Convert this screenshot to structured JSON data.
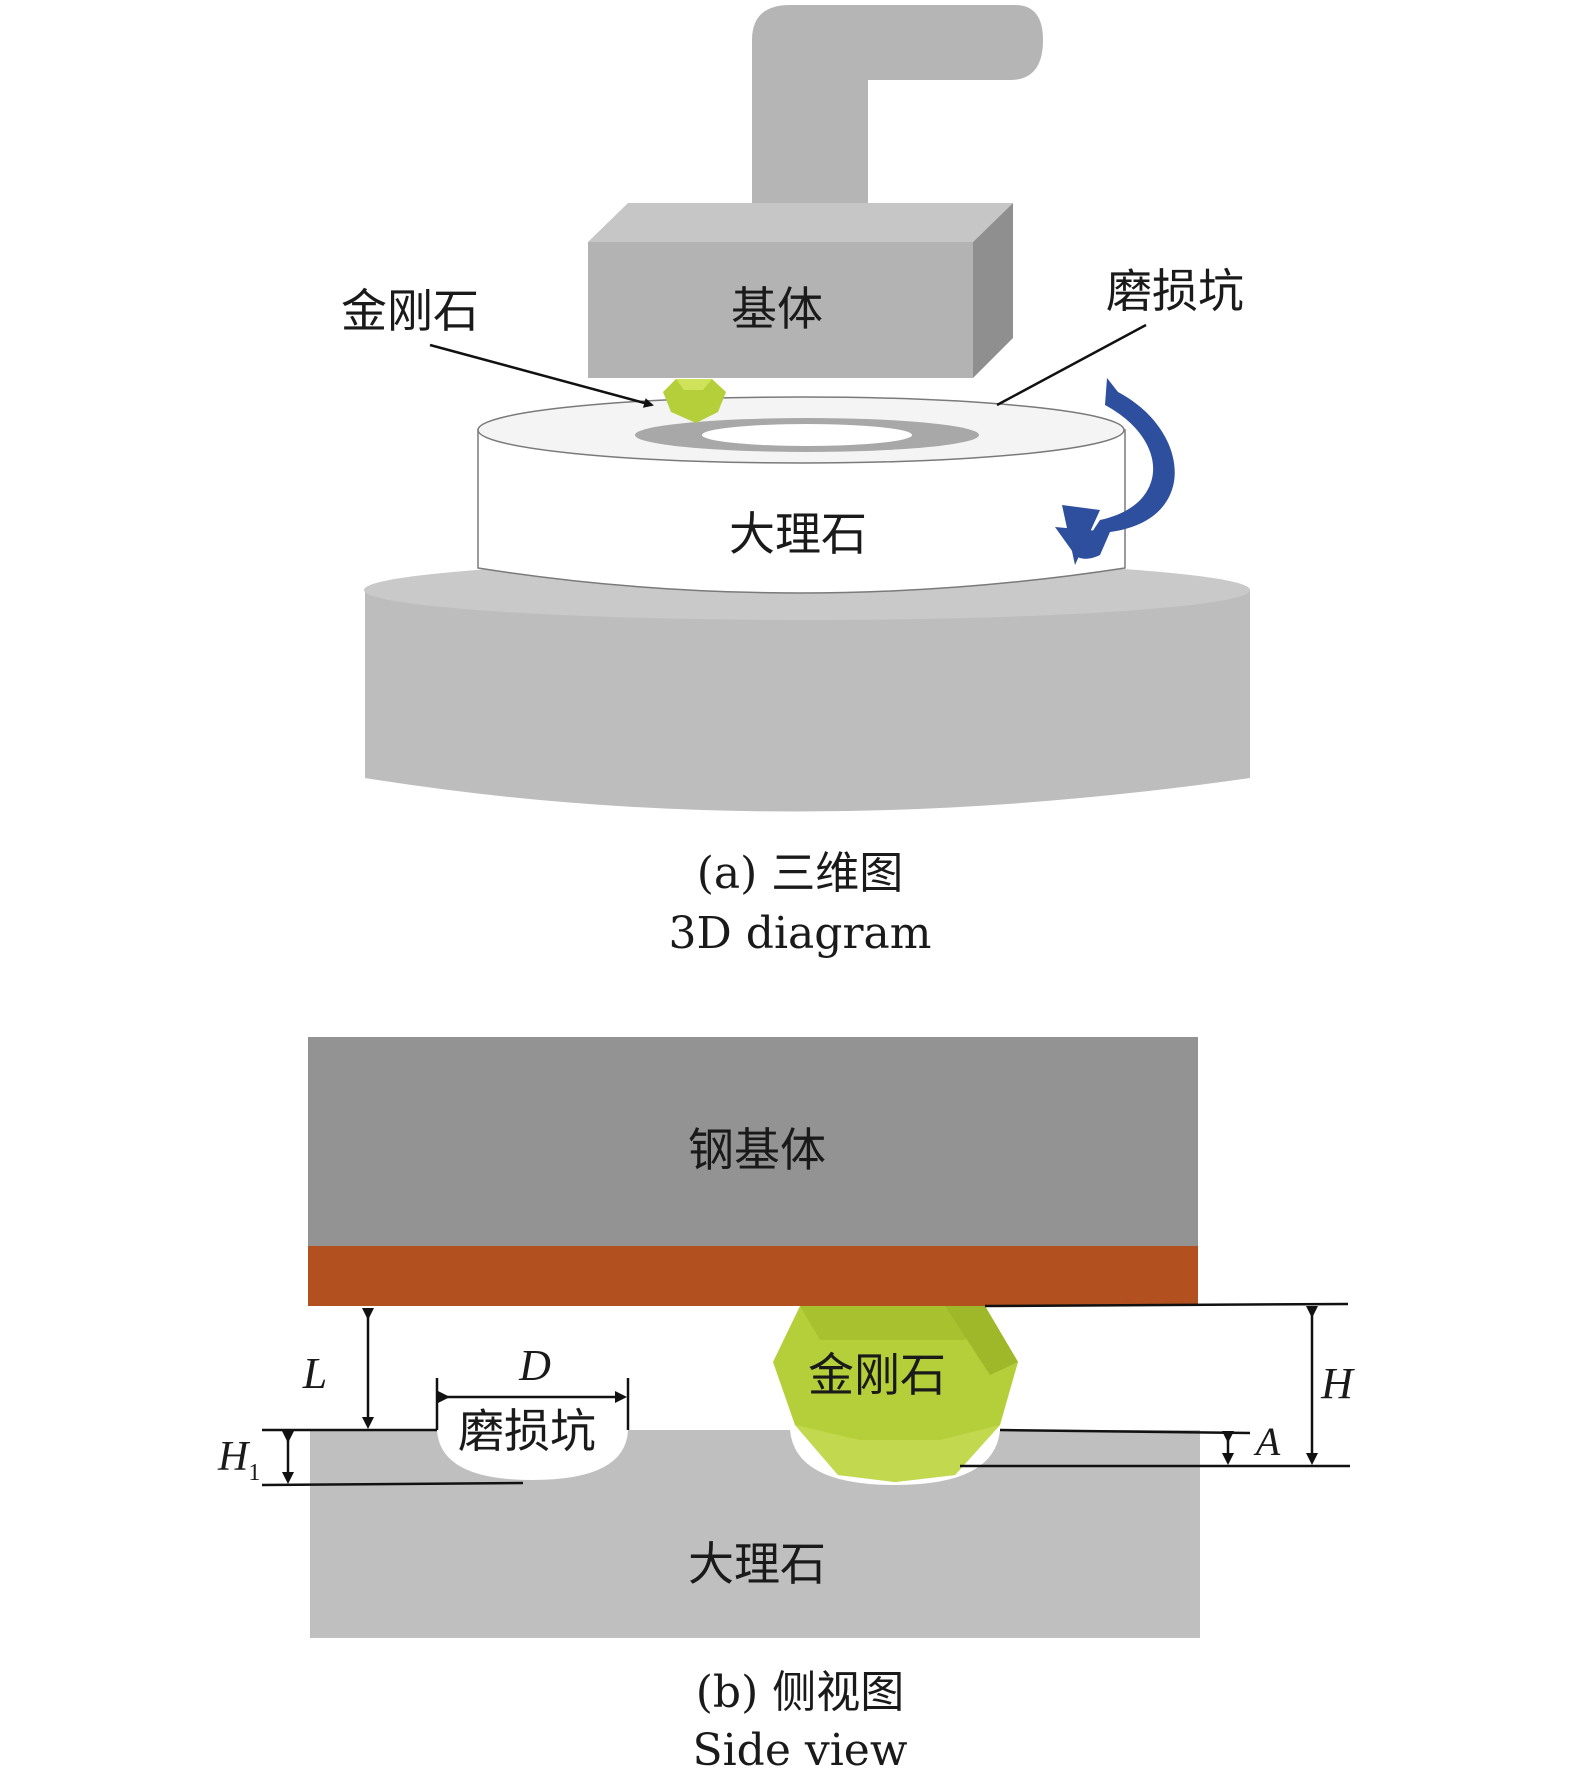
{
  "panel_a": {
    "labels": {
      "base": "基体",
      "diamond": "金刚石",
      "wear_pit": "磨损坑",
      "marble": "大理石"
    },
    "caption_cn": "(a) 三维图",
    "caption_en": "3D diagram"
  },
  "panel_b": {
    "labels": {
      "steel_base": "钢基体",
      "diamond": "金刚石",
      "wear_pit": "磨损坑",
      "marble": "大理石"
    },
    "dimensions": {
      "L": "L",
      "D": "D",
      "H": "H",
      "H1_main": "H",
      "H1_sub": "1",
      "A": "A"
    },
    "caption_cn": "(b) 侧视图",
    "caption_en": "Side view"
  },
  "colors": {
    "fixture_gray": "#b3b3b3",
    "fixture_side": "#8f8f8f",
    "turntable_gray": "#bdbdbd",
    "marble_white": "#ffffff",
    "diamond_green": "#b5cf3a",
    "rotation_arrow": "#2e4f9e",
    "steel_gray": "#939393",
    "binder_orange": "#b2501f",
    "marble_side_gray": "#bfbfbf"
  }
}
